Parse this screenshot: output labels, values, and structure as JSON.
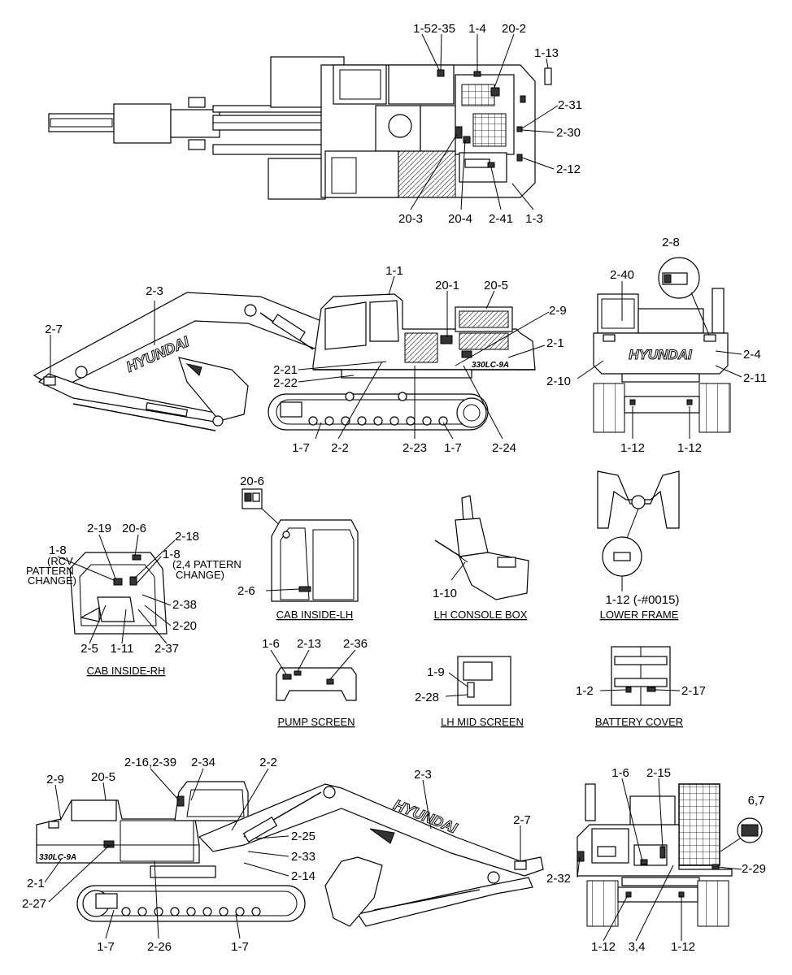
{
  "top_view": {
    "labels": [
      "1-5",
      "2-35",
      "1-4",
      "20-2",
      "1-13",
      "2-31",
      "2-30",
      "2-12",
      "20-3",
      "20-4",
      "2-41",
      "1-3"
    ]
  },
  "side_view_lh": {
    "brand": "HYUNDAI",
    "model": "330LC-9A",
    "labels": [
      "2-3",
      "1-1",
      "20-1",
      "20-5",
      "2-9",
      "2-1",
      "2-7",
      "2-21",
      "2-22",
      "1-7",
      "2-2",
      "2-23",
      "1-7",
      "2-24"
    ]
  },
  "rear_view": {
    "brand": "HYUNDAI",
    "labels": [
      "2-8",
      "2-40",
      "2-4",
      "2-10",
      "2-11",
      "1-12",
      "1-12"
    ]
  },
  "cab_inside_rh": {
    "title": "CAB INSIDE-RH",
    "labels": [
      "1-8",
      "2-19",
      "20-6",
      "2-18",
      "1-8",
      "2-38",
      "2-20",
      "2-5",
      "1-11",
      "2-37"
    ],
    "notes": [
      "(RCV",
      "PATTERN",
      "CHANGE)",
      "(2,4 PATTERN",
      "CHANGE)"
    ]
  },
  "cab_inside_lh": {
    "title": "CAB INSIDE-LH",
    "labels": [
      "20-6",
      "2-6"
    ]
  },
  "lh_console_box": {
    "title": "LH CONSOLE BOX",
    "labels": [
      "1-10"
    ]
  },
  "lower_frame": {
    "title": "LOWER FRAME",
    "labels": [
      "1-12 (-#0015)"
    ]
  },
  "pump_screen": {
    "title": "PUMP SCREEN",
    "labels": [
      "1-6",
      "2-13",
      "2-36"
    ]
  },
  "lh_mid_screen": {
    "title": "LH MID SCREEN",
    "labels": [
      "1-9",
      "2-28"
    ]
  },
  "battery_cover": {
    "title": "BATTERY COVER",
    "labels": [
      "1-2",
      "2-17"
    ]
  },
  "side_view_rh": {
    "brand": "HYUNDAI",
    "model": "330LC-9A",
    "labels": [
      "2-16,2-39",
      "2-34",
      "2-2",
      "2-3",
      "2-9",
      "20-5",
      "2-7",
      "2-25",
      "2-33",
      "2-14",
      "2-1",
      "2-27",
      "1-7",
      "2-26",
      "1-7"
    ]
  },
  "front_view": {
    "labels": [
      "1-6",
      "2-15",
      "6,7",
      "2-29",
      "2-32",
      "1-12",
      "3,4",
      "1-12"
    ]
  }
}
